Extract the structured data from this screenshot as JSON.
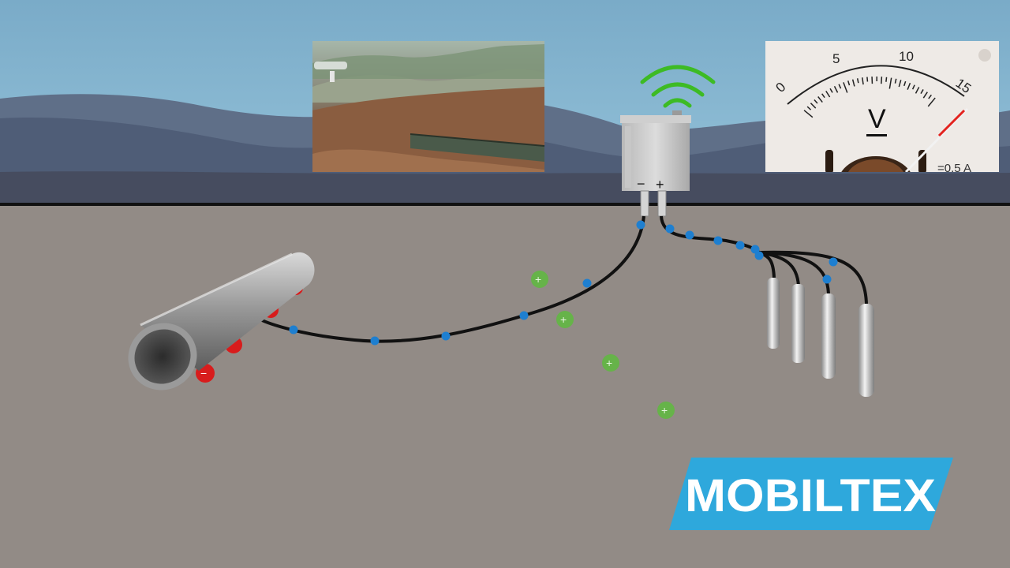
{
  "scene": {
    "description_free": true,
    "colors": {
      "sky_top": "#7fb0cc",
      "sky_bottom": "#8dbcd5",
      "hill_far": "#5d6d85",
      "hill_mid": "#4e5c74",
      "ground_surface": "#474c5e",
      "soil": "#928b86",
      "cable": "#111111",
      "electron": "#1f7fd1",
      "cation": "#6ab54a",
      "pipe_charge": "#d91c1c",
      "wifi": "#3dbb24",
      "logo_bg": "#2fa9dc",
      "logo_text": "#ffffff"
    }
  },
  "rectifier": {
    "terminal_minus": "−",
    "terminal_plus": "+"
  },
  "pipe": {
    "charge_symbol": "−"
  },
  "ions": {
    "symbol": "+"
  },
  "voltmeter": {
    "scale_labels": [
      "0",
      "5",
      "10",
      "15"
    ],
    "unit": "V",
    "rating": "=0.5 A"
  },
  "logo": {
    "text": "MOBILTEX"
  },
  "icons": [
    "wifi-icon",
    "voltmeter-icon",
    "rectifier-box-icon"
  ]
}
